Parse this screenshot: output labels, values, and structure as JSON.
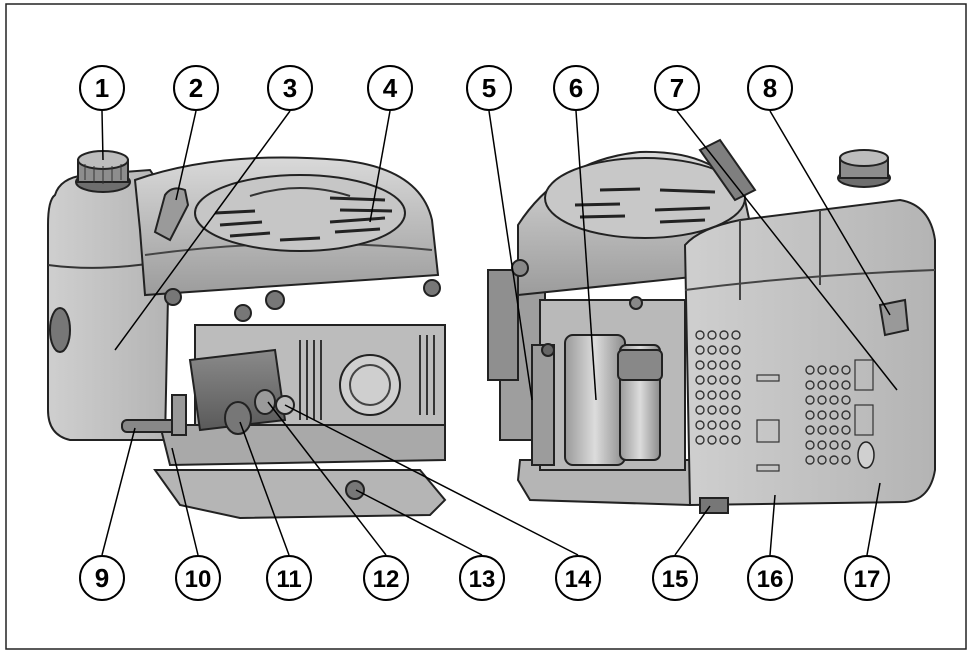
{
  "callouts": {
    "top": [
      "1",
      "2",
      "3",
      "4",
      "5",
      "6",
      "7",
      "8"
    ],
    "bottom": [
      "9",
      "10",
      "11",
      "12",
      "13",
      "14",
      "15",
      "16",
      "17"
    ]
  }
}
